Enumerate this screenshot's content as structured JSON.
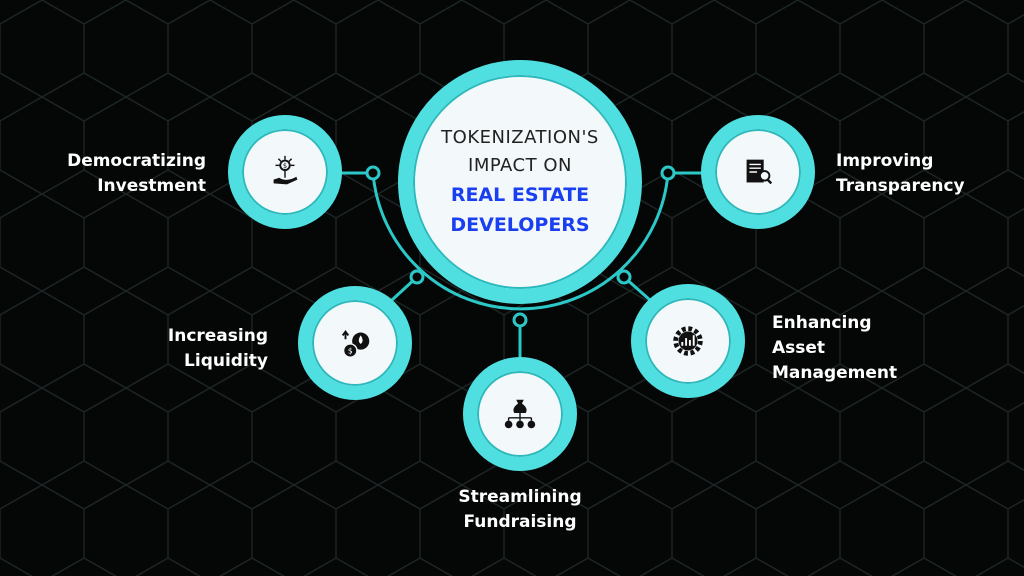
{
  "title": {
    "line1": "TOKENIZATION'S",
    "line2": "IMPACT ON",
    "line3": "REAL ESTATE",
    "line4": "DEVELOPERS"
  },
  "items": [
    {
      "line1": "Democratizing",
      "line2": "Investment",
      "icon": "hand-money-plant-icon"
    },
    {
      "line1": "Increasing",
      "line2": "Liquidity",
      "icon": "coins-drop-icon"
    },
    {
      "line1": "Streamlining",
      "line2": "Fundraising",
      "icon": "money-bag-distribution-icon"
    },
    {
      "line1": "Enhancing",
      "line2": "Asset",
      "line3": "Management",
      "icon": "gear-chart-icon"
    },
    {
      "line1": "Improving",
      "line2": "Transparency",
      "icon": "document-inspect-icon"
    }
  ],
  "colors": {
    "accent": "#4fdfe0",
    "highlight": "#1a3ff0",
    "background": "#050707"
  }
}
